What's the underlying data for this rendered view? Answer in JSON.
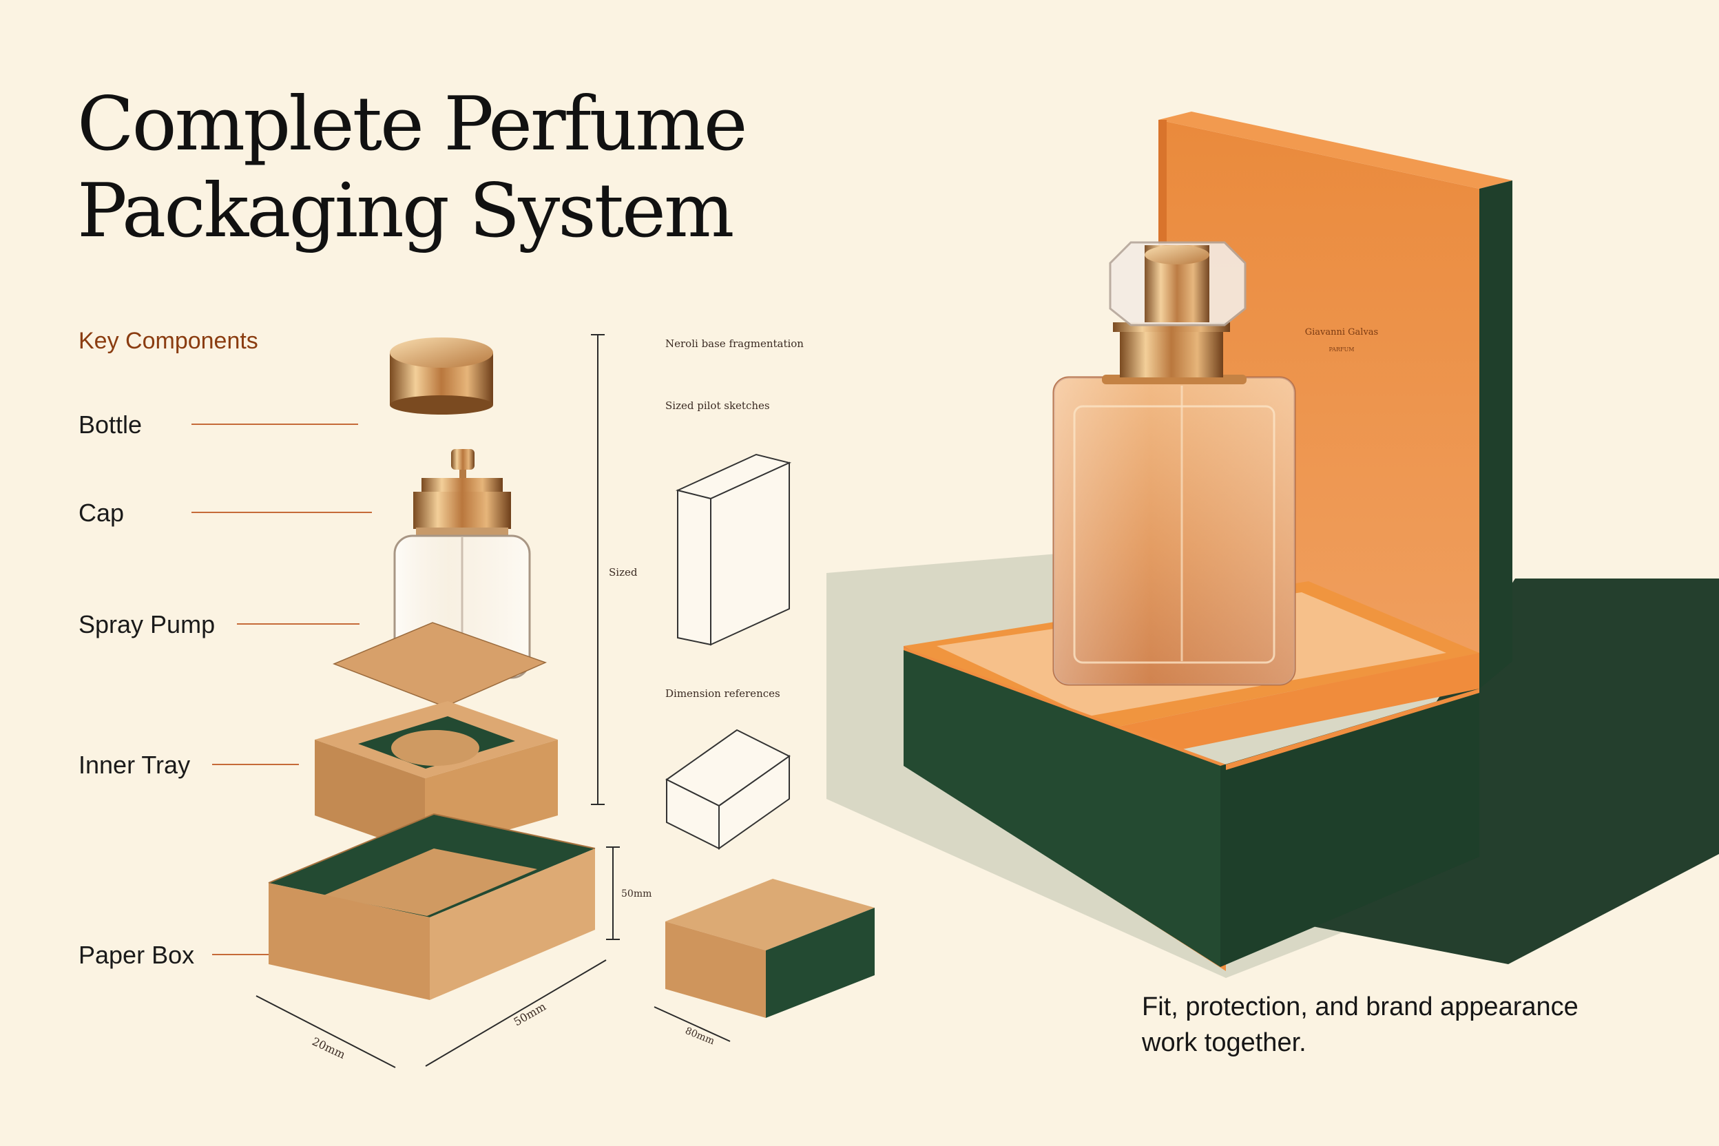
{
  "title": {
    "line1": "Complete Perfume",
    "line2": "Packaging System"
  },
  "key_components": {
    "heading": "Key Components",
    "items": [
      {
        "label": "Bottle"
      },
      {
        "label": "Cap"
      },
      {
        "label": "Spray Pump"
      },
      {
        "label": "Inner Tray"
      },
      {
        "label": "Paper Box"
      }
    ]
  },
  "tech_notes": {
    "note1": "Neroli base fragmentation",
    "note2": "Sized pilot sketches",
    "note3": "Dimension references",
    "side_label": "Sized",
    "box_dim": "50mm",
    "width_dim": "20mm",
    "depth_dim": "50mm",
    "small_dim": "80mm"
  },
  "brand": {
    "name": "Giavanni Galvas",
    "sub": "PARFUM"
  },
  "tagline": {
    "line1": "Fit, protection, and brand appearance",
    "line2": "work together."
  },
  "colors": {
    "background": "#fbf3e2",
    "orange": "#e98437",
    "forest_green": "#234a32",
    "kraft": "#d7a06a",
    "gold": "#c98b48",
    "label_accent": "#8a3c10",
    "leader_line": "#c56a38"
  }
}
